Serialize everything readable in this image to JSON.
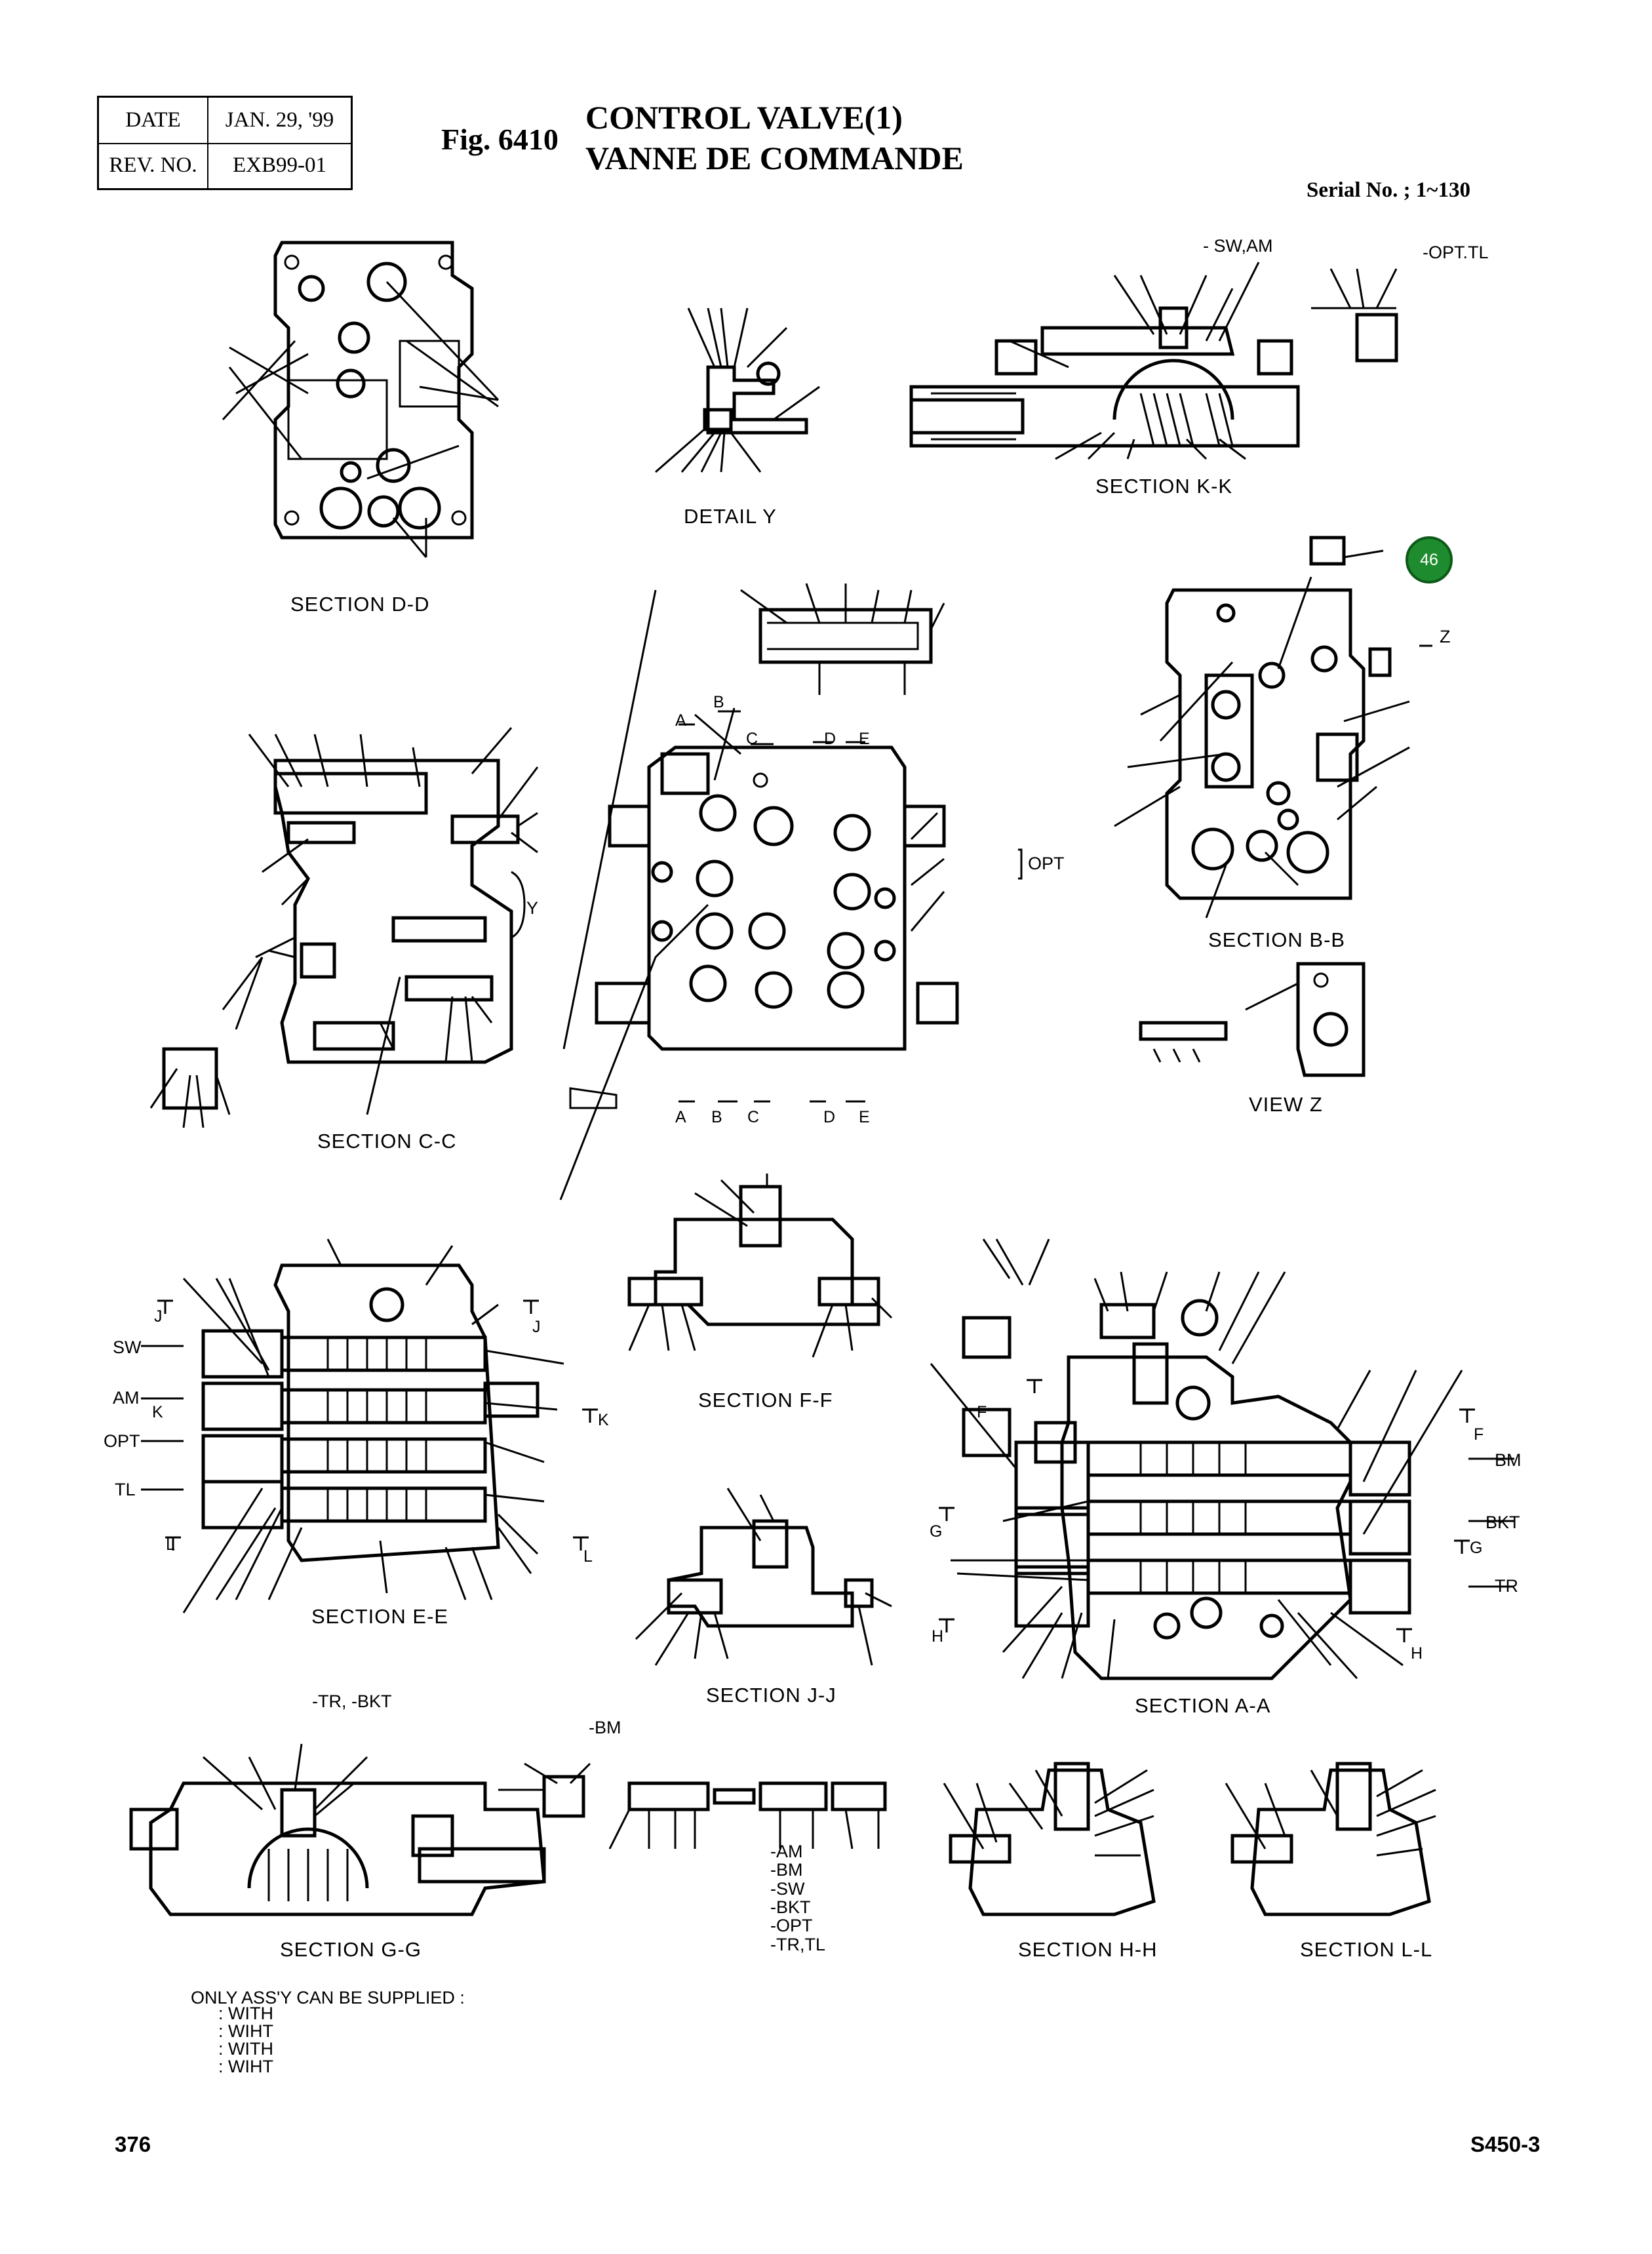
{
  "header": {
    "date_key": "DATE",
    "date_val": "JAN. 29, '99",
    "rev_key": "REV. NO.",
    "rev_val": "EXB99-01"
  },
  "figure": {
    "number": "Fig. 6410",
    "title_en": "CONTROL VALVE(1)",
    "title_fr": "VANNE DE COMMANDE",
    "serial": "Serial No. ; 1~130"
  },
  "captions": {
    "section_dd": "SECTION D-D",
    "detail_y": "DETAIL  Y",
    "section_kk": "SECTION K-K",
    "section_bb": "SECTION B-B",
    "section_cc": "SECTION C-C",
    "view_z": "VIEW  Z",
    "section_ff": "SECTION F-F",
    "section_ee": "SECTION E-E",
    "section_jj": "SECTION J-J",
    "section_aa": "SECTION A-A",
    "section_gg": "SECTION G-G",
    "section_hh": "SECTION H-H",
    "section_ll": "SECTION L-L"
  },
  "callouts": {
    "sw_am": "- SW,AM",
    "opt_tl": "-OPT.TL",
    "badge": "46",
    "z": "Z",
    "y": "Y",
    "opt": "OPT",
    "a": "A",
    "b": "B",
    "c": "C",
    "d": "D",
    "e": "E",
    "j": "J",
    "k": "K",
    "l": "L",
    "f": "F",
    "g": "G",
    "h": "H",
    "sw": "SW",
    "am": "AM",
    "opt2": "OPT",
    "tl": "TL",
    "bm": "BM",
    "bkt": "BKT",
    "tr": "TR",
    "tr_bkt": "-TR,    -BKT",
    "bm_top": "-BM",
    "list": [
      "-AM",
      "-BM",
      "-SW",
      "-BKT",
      "-OPT",
      "-TR,TL"
    ]
  },
  "notes": {
    "only_assy": "ONLY ASS'Y CAN BE SUPPLIED :",
    "with1": ": WITH",
    "wiht1": ": WIHT",
    "with2": ": WITH",
    "wiht2": ": WIHT"
  },
  "footer": {
    "page": "376",
    "model": "S450-3"
  }
}
